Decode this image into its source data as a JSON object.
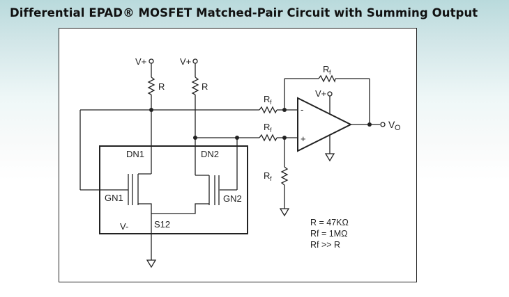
{
  "title": "Differential EPAD® MOSFET Matched-Pair Circuit with Summing Output",
  "schematic": {
    "supply_labels": [
      "V+",
      "V+",
      "V+"
    ],
    "load_resistor_label": "R",
    "feedback_resistor_label": "R",
    "feedback_resistor_subscript": "f",
    "opamp": {
      "inverting_sign": "-",
      "noninverting_sign": "+",
      "supply": "V+"
    },
    "output_label": "V",
    "output_subscript": "O",
    "package": {
      "pins": {
        "dn1": "DN1",
        "dn2": "DN2",
        "gn1": "GN1",
        "gn2": "GN2",
        "s12": "S12",
        "vminus": "V-"
      }
    },
    "notes": [
      "R = 47KΩ",
      "Rf = 1MΩ",
      "Rf >> R"
    ]
  },
  "colors": {
    "background_top": "#b9dadc",
    "wire": "#222222",
    "frame": "#222222"
  }
}
